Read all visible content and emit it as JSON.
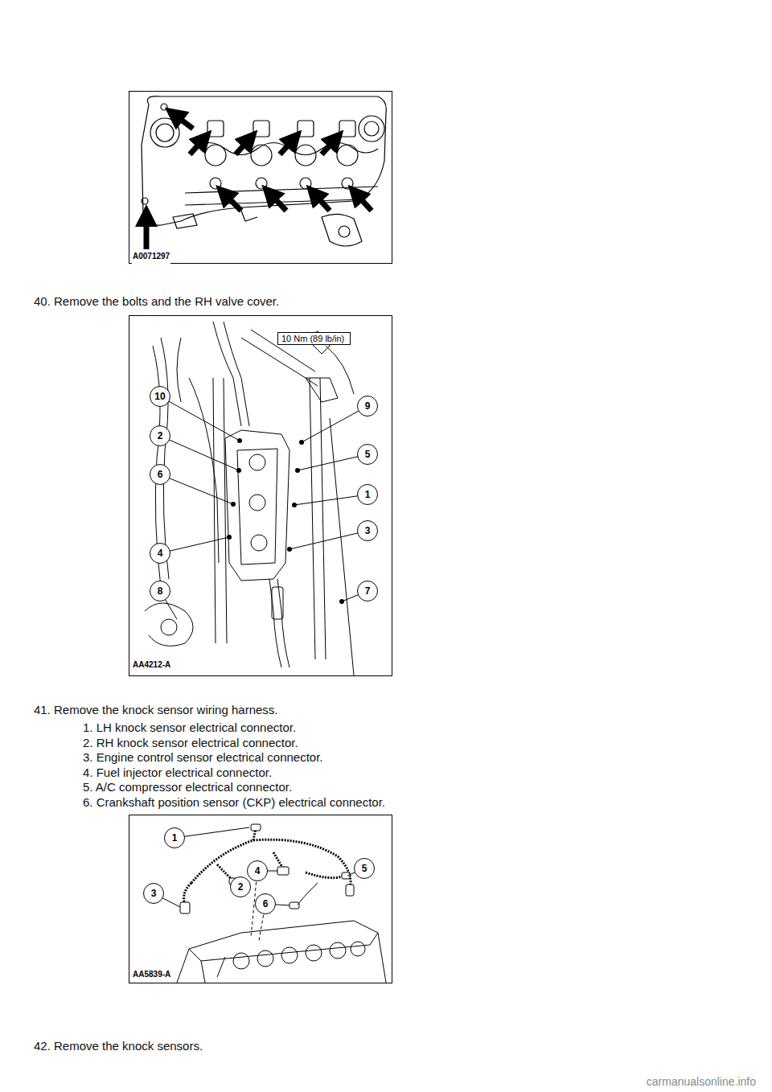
{
  "diagram": {
    "nodes": [
      {
        "text": [
          "10 Nm (89 lb/in)"
        ]
      },
      {
        "text": [
          "10"
        ]
      },
      {
        "text": [
          "9"
        ]
      },
      {
        "text": [
          "2"
        ]
      },
      {
        "text": [
          "5"
        ]
      },
      {
        "text": [
          "6"
        ]
      },
      {
        "text": [
          "1"
        ]
      },
      {
        "text": [
          "3"
        ]
      },
      {
        "text": [
          "4"
        ]
      },
      {
        "text": [
          "8"
        ]
      },
      {
        "text": [
          "7"
        ]
      },
      {
        "text": [
          "1"
        ]
      },
      {
        "text": [
          "5"
        ]
      },
      {
        "text": [
          "4"
        ]
      },
      {
        "text": [
          "2"
        ]
      },
      {
        "text": [
          "3"
        ]
      },
      {
        "text": [
          "6"
        ]
      }
    ],
    "labels": [
      "A0071297",
      "40. Remove the bolts and the RH valve cover.",
      "AA4212-A",
      "41. Remove the knock sensor wiring harness.",
      "1. LH knock sensor electrical connector.",
      "2. RH knock sensor electrical connector.",
      "3. Engine control sensor electrical connector.",
      "4. Fuel injector electrical connector.",
      "5. A/C compressor electrical connector.",
      "6. Crankshaft position sensor (CKP) electrical connector.",
      "AA5839-A",
      "42. Remove the knock sensors.",
      "carmanualsonline.info"
    ]
  }
}
